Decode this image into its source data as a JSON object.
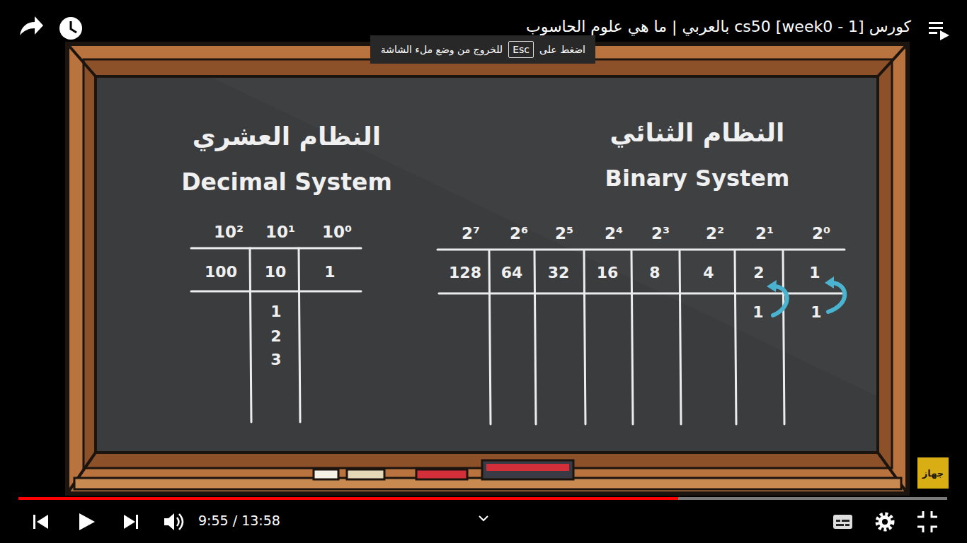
{
  "diagram": {
    "title": "كورس cs50 [week0 - 1] بالعربي | ما هي علوم الحاسوب",
    "nodes": [
      {
        "text": [
          "اضغط على",
          "للخروج من وضع ملء الشاشة"
        ]
      },
      {
        "text": [
          "Esc"
        ],
        "in": 0
      },
      {
        "text": [
          "جهاز"
        ]
      }
    ],
    "labels": [
      "النظام العشري",
      "Decimal System",
      "النظام الثنائي",
      "Binary System",
      "10²",
      "10¹",
      "10⁰",
      "100",
      "10",
      "1",
      "1",
      "2",
      "3",
      "2⁷",
      "2⁶",
      "2⁵",
      "2⁴",
      "2³",
      "2²",
      "2¹",
      "2⁰",
      "128",
      "64",
      "32",
      "16",
      "8",
      "4",
      "2",
      "1",
      "1",
      "1",
      "9:55 / 13:58"
    ]
  }
}
